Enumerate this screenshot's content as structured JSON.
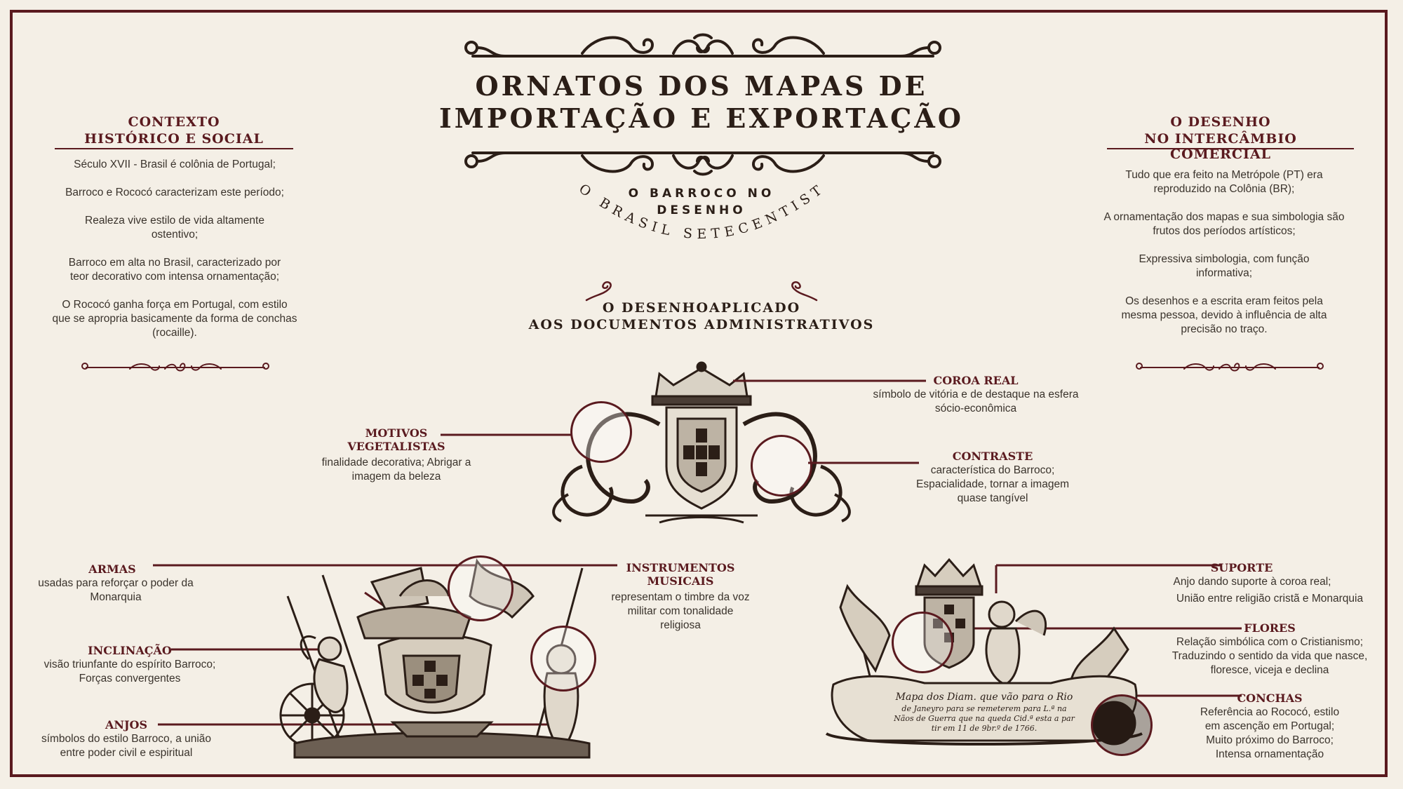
{
  "title": {
    "line1": "ORNATOS DOS MAPAS DE",
    "line2": "IMPORTAÇÃO E EXPORTAÇÃO"
  },
  "subtitle": {
    "line1": "O BARROCO NO",
    "line2": "DESENHO",
    "arc": "DO BRASIL SETECENTISTA"
  },
  "center_heading": {
    "line1": "O DESENHOAPLICADO",
    "line2": "AOS DOCUMENTOS ADMINISTRATIVOS"
  },
  "left_column": {
    "heading_line1": "CONTEXTO",
    "heading_line2": "HISTÓRICO E SOCIAL",
    "paragraphs": [
      "Século XVII - Brasil é colônia de Portugal;",
      "Barroco e Rococó caracterizam este período;",
      "Realeza vive estilo de vida altamente ostentivo;",
      "Barroco em alta no Brasil, caracterizado por teor decorativo com intensa ornamentação;",
      "O Rococó ganha força em Portugal, com estilo que se apropria basicamente da forma de conchas (rocaille)."
    ]
  },
  "right_column": {
    "heading_line1": "O DESENHO",
    "heading_line2": "NO INTERCÂMBIO COMERCIAL",
    "paragraphs": [
      "Tudo que era feito na Metrópole (PT) era reproduzido na Colônia (BR);",
      "A ornamentação dos mapas e sua simbologia são frutos dos períodos artísticos;",
      "Expressiva simbologia, com função informativa;",
      "Os desenhos e a escrita eram feitos pela mesma pessoa, devido à influência de alta precisão no traço."
    ]
  },
  "labels": {
    "coroa": {
      "title": "COROA REAL",
      "body": "símbolo de vitória e de destaque na esfera sócio-econômica"
    },
    "motivos": {
      "title": "MOTIVOS VEGETALISTAS",
      "body": "finalidade decorativa; Abrigar a imagem da beleza"
    },
    "contraste": {
      "title": "CONTRASTE",
      "body": "característica do Barroco; Espacialidade, tornar a imagem quase tangível"
    },
    "armas": {
      "title": "ARMAS",
      "body": "usadas para reforçar o poder da Monarquia"
    },
    "inclinacao": {
      "title": "INCLINAÇÃO",
      "body": "visão triunfante do espírito Barroco; Forças convergentes"
    },
    "anjos": {
      "title": "ANJOS",
      "body": "símbolos do estilo Barroco, a união entre poder civil e espiritual"
    },
    "instrumentos": {
      "title": "INSTRUMENTOS MUSICAIS",
      "body": "representam o timbre da voz militar com tonalidade religiosa"
    },
    "suporte": {
      "title": "SUPORTE",
      "body_line1": "Anjo dando suporte à coroa real;",
      "body_line2": "União entre religião cristã e Monarquia"
    },
    "flores": {
      "title": "FLORES",
      "body": "Relação simbólica com o Cristianismo; Traduzindo o sentido da vida que nasce, floresce, viceja e declina"
    },
    "conchas": {
      "title": "CONCHAS",
      "body": "Referência ao Rococó, estilo em ascenção em Portugal; Muito próximo do Barroco; Intensa ornamentação"
    }
  },
  "map_cartouche": {
    "line1": "Mapa dos Diam. que vão para o Rio",
    "line2": "de Janeyro para se remeterem para L.ª na",
    "line3": "Nãos de Guerra que na queda Cid.ª esta a par",
    "line4": "tir em 11 de 9br.º de 1766."
  },
  "colors": {
    "accent": "#5a1a1f",
    "background": "#f4efe6",
    "text": "#3a332c",
    "title": "#2b1e17"
  }
}
